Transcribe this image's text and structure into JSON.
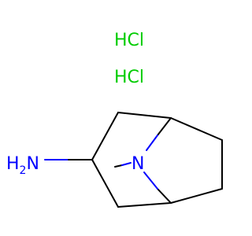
{
  "molecule": {
    "salt_labels": [
      "HCl",
      "HCl"
    ],
    "amine_label": {
      "prefix": "H",
      "subscript": "2",
      "suffix": "N"
    },
    "bridge_nitrogen": "N"
  },
  "colors": {
    "salt": "#00cc00",
    "nitrogen": "#0000ff",
    "bond": "#000000",
    "background": "#ffffff"
  }
}
